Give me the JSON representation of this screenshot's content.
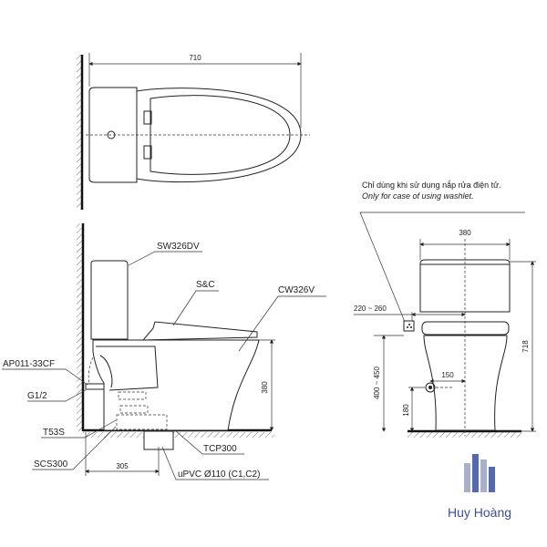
{
  "top_view": {
    "width_dim": "710"
  },
  "side_view": {
    "labels": {
      "tank": "SW326DV",
      "seat": "S&C",
      "bowl": "CW326V",
      "hose": "AP011-33CF",
      "inlet": "G1/2",
      "bolt": "T53S",
      "seal": "SCS300",
      "flange": "TCP300",
      "pipe": "uPVC Ø110 (C1,C2)"
    },
    "dims": {
      "rough_in": "305",
      "bowl_height": "380"
    }
  },
  "front_view": {
    "note_vi": "Chỉ dùng khi sử dụng nắp rửa điện tử.",
    "note_en": "Only for case of using washlet.",
    "dims": {
      "width": "380",
      "height": "718",
      "socket_offset": "220 ~ 260",
      "socket_height": "400 ~ 450",
      "inlet_offset": "150",
      "inlet_height": "180"
    }
  },
  "logo": {
    "text": "Huy Hoàng",
    "color": "#3a4fa0"
  }
}
